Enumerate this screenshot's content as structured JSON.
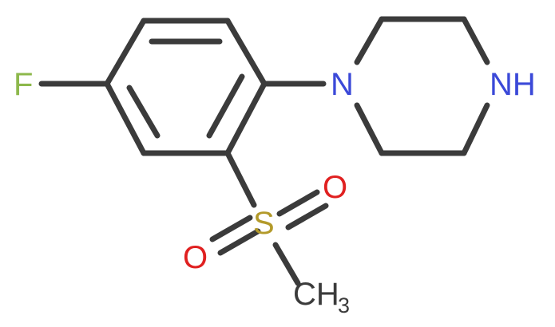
{
  "colors": {
    "bond": "#3b3b3b",
    "F": "#8db84c",
    "N": "#3b49d8",
    "S": "#b39a2a",
    "O": "#e02020",
    "C": "#3b3b3b"
  },
  "atoms": {
    "fluorine": "F",
    "n_aryl": "N",
    "n_h": "NH",
    "sulfur": "S",
    "oxygen_upper": "O",
    "oxygen_lower": "O",
    "methyl": "CH",
    "methyl_sub": "3"
  }
}
